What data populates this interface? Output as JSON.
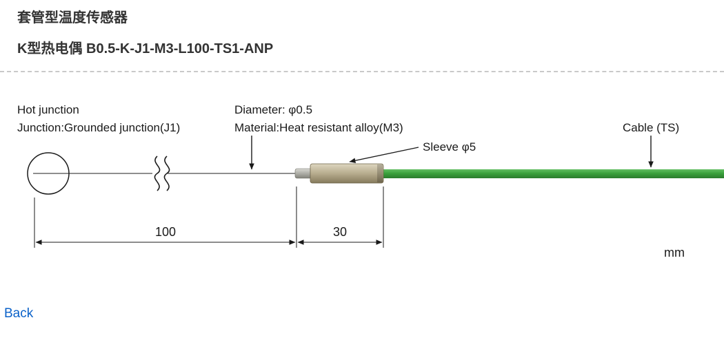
{
  "header": {
    "title": "套管型温度传感器",
    "subtitle": "K型热电偶 B0.5-K-J1-M3-L100-TS1-ANP"
  },
  "diagram": {
    "labels": {
      "hot_junction_line1": "Hot junction",
      "hot_junction_line2": "Junction:Grounded junction(J1)",
      "diameter": "Diameter: φ0.5",
      "material": "Material:Heat resistant alloy(M3)",
      "sleeve": "Sleeve φ5",
      "cable": "Cable (TS)"
    },
    "dimensions": {
      "lead_length": "100",
      "sleeve_length": "30",
      "unit": "mm"
    },
    "colors": {
      "cable_light": "#63bf63",
      "cable_mid": "#3aa13c",
      "cable_dark": "#2a7c2c",
      "sleeve_light": "#ded6c0",
      "sleeve_mid": "#b7ac8e",
      "sleeve_dark": "#857a5c",
      "tip_light": "#d9d9d3",
      "tip_dark": "#83837b"
    }
  },
  "footer": {
    "back": "Back"
  }
}
